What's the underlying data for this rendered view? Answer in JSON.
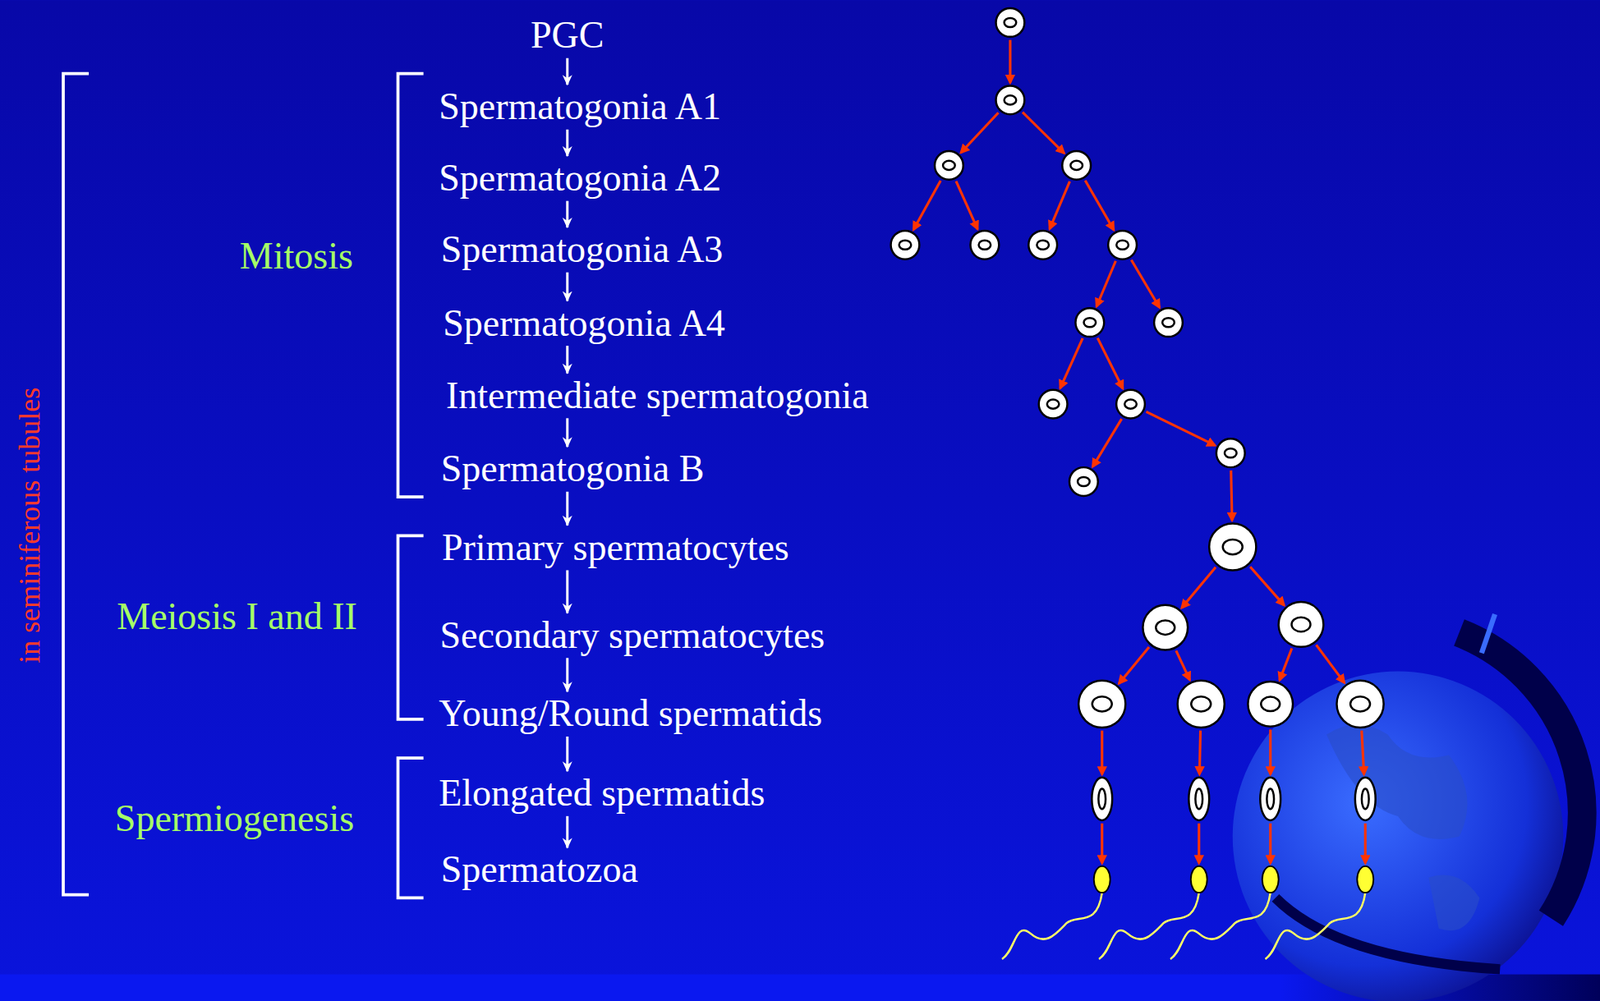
{
  "diagram": {
    "nodes": [
      {
        "text": [
          "PGC"
        ]
      },
      {
        "text": [
          "Spermatogonia A1"
        ]
      },
      {
        "text": [
          "Spermatogonia A2"
        ]
      },
      {
        "text": [
          "Spermatogonia A3"
        ]
      },
      {
        "text": [
          "Spermatogonia A4"
        ]
      },
      {
        "text": [
          "Intermediate spermatogonia"
        ]
      },
      {
        "text": [
          "Spermatogonia B"
        ]
      },
      {
        "text": [
          "Primary spermatocytes"
        ]
      },
      {
        "text": [
          "Secondary spermatocytes"
        ]
      },
      {
        "text": [
          "Young/Round spermatids"
        ]
      },
      {
        "text": [
          "Elongated spermatids"
        ]
      },
      {
        "text": [
          "Spermatozoa"
        ]
      }
    ],
    "edges": [
      {
        "from": 0,
        "to": 1,
        "arrow": "to"
      },
      {
        "from": 1,
        "to": 2,
        "arrow": "to"
      },
      {
        "from": 2,
        "to": 3,
        "arrow": "to"
      },
      {
        "from": 3,
        "to": 4,
        "arrow": "to"
      },
      {
        "from": 4,
        "to": 5,
        "arrow": "to"
      },
      {
        "from": 5,
        "to": 6,
        "arrow": "to"
      },
      {
        "from": 6,
        "to": 7,
        "arrow": "to"
      },
      {
        "from": 7,
        "to": 8,
        "arrow": "to"
      },
      {
        "from": 8,
        "to": 9,
        "arrow": "to"
      },
      {
        "from": 9,
        "to": 10,
        "arrow": "to"
      },
      {
        "from": 10,
        "to": 11,
        "arrow": "to"
      }
    ],
    "labels": [
      "Mitosis",
      "Meiosis I and II",
      "Spermiogenesis",
      "in seminiferous tubules"
    ]
  }
}
